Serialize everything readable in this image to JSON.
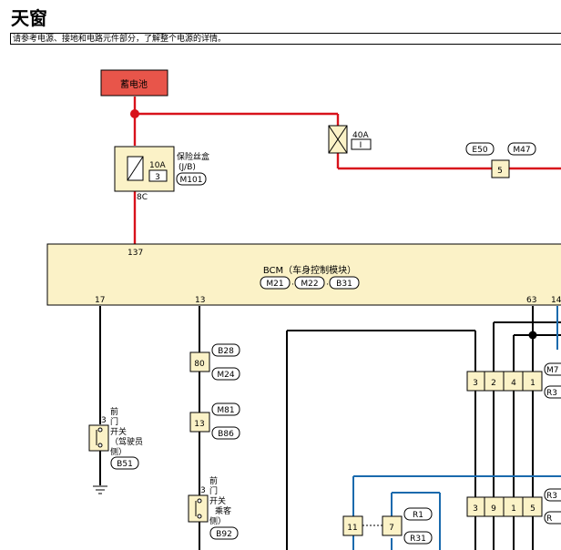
{
  "title": "天窗",
  "note": "请参考电源、接地和电路元件部分，了解整个电源的详情。",
  "battery": "蓄电池",
  "fuse_box": {
    "rating": "10A",
    "number": "3",
    "name": "保险丝盒",
    "sub": "(J/B)",
    "conn": "M101",
    "pin": "8C"
  },
  "fusible_link": {
    "rating": "40A",
    "letter": "I"
  },
  "conn_5": {
    "pin": "5",
    "left": "E50",
    "right": "M47"
  },
  "bcm": {
    "title": "BCM（车身控制模块）",
    "conns": [
      "M21",
      "M22",
      "B31"
    ],
    "top_pin": "137",
    "bottom_pins": [
      "17",
      "13",
      "63",
      "14"
    ]
  },
  "inline_80": {
    "pin": "80",
    "top": "B28",
    "bottom": "M24"
  },
  "inline_13": {
    "pin": "13",
    "top": "M81",
    "bottom": "B86"
  },
  "driver_switch": {
    "label_lines": [
      "前",
      "门",
      "开关",
      "（驾驶员",
      "侧）"
    ],
    "pin": "3",
    "conn": "B51"
  },
  "passenger_switch": {
    "label_lines": [
      "前",
      "门",
      "开关",
      "乘客",
      "侧）"
    ],
    "pin": "3",
    "conn": "B92"
  },
  "block_upper": {
    "pins": [
      "3",
      "2",
      "4",
      "1"
    ],
    "conns": [
      "M7",
      "R3"
    ]
  },
  "block_lower": {
    "pins": [
      "3",
      "9",
      "1",
      "5"
    ],
    "conns": [
      "R3",
      "R"
    ]
  },
  "inline_11_7": {
    "left": "11",
    "right": "7",
    "conns": [
      "R1",
      "R31"
    ]
  }
}
